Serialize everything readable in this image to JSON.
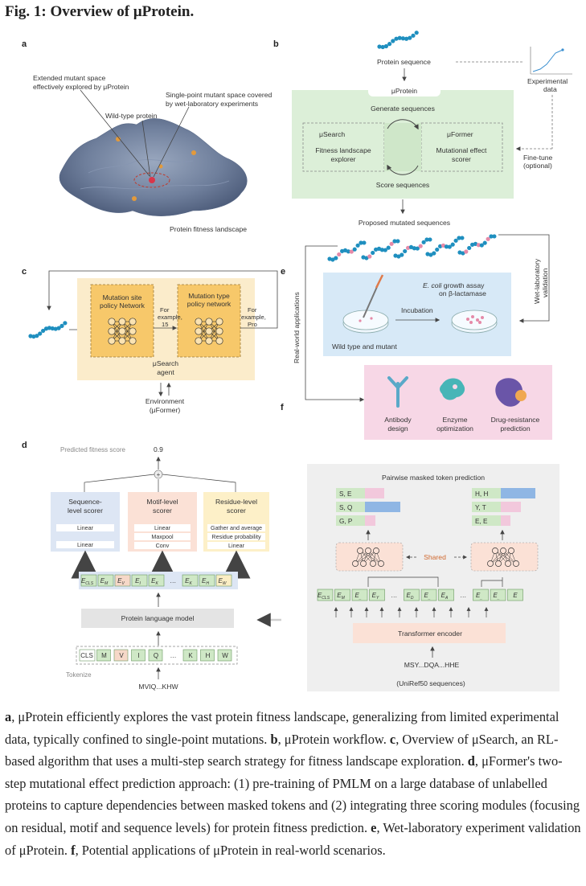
{
  "figure": {
    "title": "Fig. 1: Overview of μProtein."
  },
  "panel_labels": {
    "a": "a",
    "b": "b",
    "c": "c",
    "d": "d",
    "e": "e",
    "f": "f"
  },
  "panel_a": {
    "extended_line1": "Extended mutant space",
    "extended_line2": "effectively explored by μProtein",
    "single_line1": "Single-point mutant space covered",
    "single_line2": "by wet-laboratory experiments",
    "wild_type": "Wild-type protein",
    "landscape": "Protein fitness landscape"
  },
  "panel_b": {
    "protein_sequence": "Protein sequence",
    "experimental_line1": "Experimental",
    "experimental_line2": "data",
    "uprotein": "μProtein",
    "generate": "Generate sequences",
    "usearch_title": "μSearch",
    "usearch_line1": "Fitness landscape",
    "usearch_line2": "explorer",
    "uformer_title": "μFormer",
    "uformer_line1": "Mutational effect",
    "uformer_line2": "scorer",
    "finetune_line1": "Fine-tune",
    "finetune_line2": "(optional)",
    "score": "Score sequences",
    "proposed": "Proposed mutated sequences"
  },
  "panel_c": {
    "site_line1": "Mutation site",
    "site_line2": "policy Network",
    "type_line1": "Mutation type",
    "type_line2": "policy network",
    "ex1_line1": "For",
    "ex1_line2": "example,",
    "ex1_line3": "15",
    "ex2_line1": "For",
    "ex2_line2": "example,",
    "ex2_line3": "Pro",
    "agent_line1": "μSearch",
    "agent_line2": "agent",
    "env_line1": "Environment",
    "env_line2": "(μFormer)"
  },
  "panel_e": {
    "realworld": "Real-world applications",
    "wetlab_line1": "Wet-laboratory",
    "wetlab_line2": "validation",
    "ecoli_italic": "E. coli",
    "ecoli_rest": " growth assay",
    "ecoli_line2": "on β-lactamase",
    "incubation": "Incubation",
    "wild_mutant": "Wild type and mutant"
  },
  "panel_f": {
    "antibody_line1": "Antibody",
    "antibody_line2": "design",
    "enzyme_line1": "Enzyme",
    "enzyme_line2": "optimization",
    "drug_line1": "Drug-resistance",
    "drug_line2": "prediction"
  },
  "panel_d": {
    "predicted": "Predicted fitness score",
    "score_value": "0.9",
    "plus": "+",
    "seq_line1": "Sequence-",
    "seq_line2": "level scorer",
    "seq_ops": [
      "Linear",
      "Linear"
    ],
    "motif_line1": "Motif-level",
    "motif_line2": "scorer",
    "motif_ops": [
      "Linear",
      "Maxpool",
      "Conv"
    ],
    "res_line1": "Residue-level",
    "res_line2": "scorer",
    "res_ops": [
      "Gather and average",
      "Residue probability",
      "Linear"
    ],
    "emb_tokens": [
      "E",
      "E",
      "E",
      "E",
      "E",
      "…",
      "E",
      "E",
      "E"
    ],
    "emb_subs": [
      "CLS",
      "M",
      "V",
      "I",
      "K",
      "",
      "K",
      "H",
      "W"
    ],
    "plm": "Protein language model",
    "input_tokens": [
      "CLS",
      "M",
      "V",
      "I",
      "Q",
      "…",
      "K",
      "H",
      "W"
    ],
    "tokenize": "Tokenize",
    "input_seq": "MVIQ...KHW",
    "pairwise": "Pairwise masked token prediction",
    "pairs_left": [
      "S,  E",
      "S,  Q",
      "G,  P"
    ],
    "pairs_right": [
      "H,  H",
      "Y,  T",
      "E,  E"
    ],
    "shared": "Shared",
    "enc_tokens": [
      "E",
      "E",
      "E",
      "E",
      "…",
      "E",
      "E",
      "E",
      "…",
      "E",
      "E",
      "E"
    ],
    "enc_subs": [
      "CLS",
      "M",
      "_",
      "Y",
      "",
      "D",
      "_",
      "A",
      "",
      "_",
      "_",
      ""
    ],
    "transformer": "Transformer encoder",
    "msy": "MSY...DQA...HHE",
    "uniref": "(UniRef50 sequences)"
  },
  "caption": {
    "a_label": "a",
    "a_text": ", μProtein efficiently explores the vast protein fitness landscape, generalizing from limited experimental data, typically confined to single-point mutations. ",
    "b_label": "b",
    "b_text": ", μProtein workflow. ",
    "c_label": "c",
    "c_text": ", Overview of μSearch, an RL-based algorithm that uses a multi-step search strategy for fitness landscape exploration. ",
    "d_label": "d",
    "d_text": ", μFormer's two-step mutational effect prediction approach: (1) pre-training of PMLM on a large database of unlabelled proteins to capture dependencies between masked tokens and (2) integrating three scoring modules (focusing on residual, motif and sequence levels) for protein fitness prediction. ",
    "e_label": "e",
    "e_text": ", Wet-laboratory experiment validation of μProtein. ",
    "f_label": "f",
    "f_text": ", Potential applications of μProtein in real-world scenarios."
  },
  "colors": {
    "green_panel": "#dcefd8",
    "orange_panel": "#fbeccb",
    "node_box": "#f7c86a",
    "blue_panel": "#d7e9f7",
    "pink_panel": "#f7d7e6",
    "bead_blue": "#1f8fbf",
    "bead_pink": "#e58aa8",
    "token_green": "#cfe8c6",
    "plm_gray": "#e4e4e4"
  }
}
